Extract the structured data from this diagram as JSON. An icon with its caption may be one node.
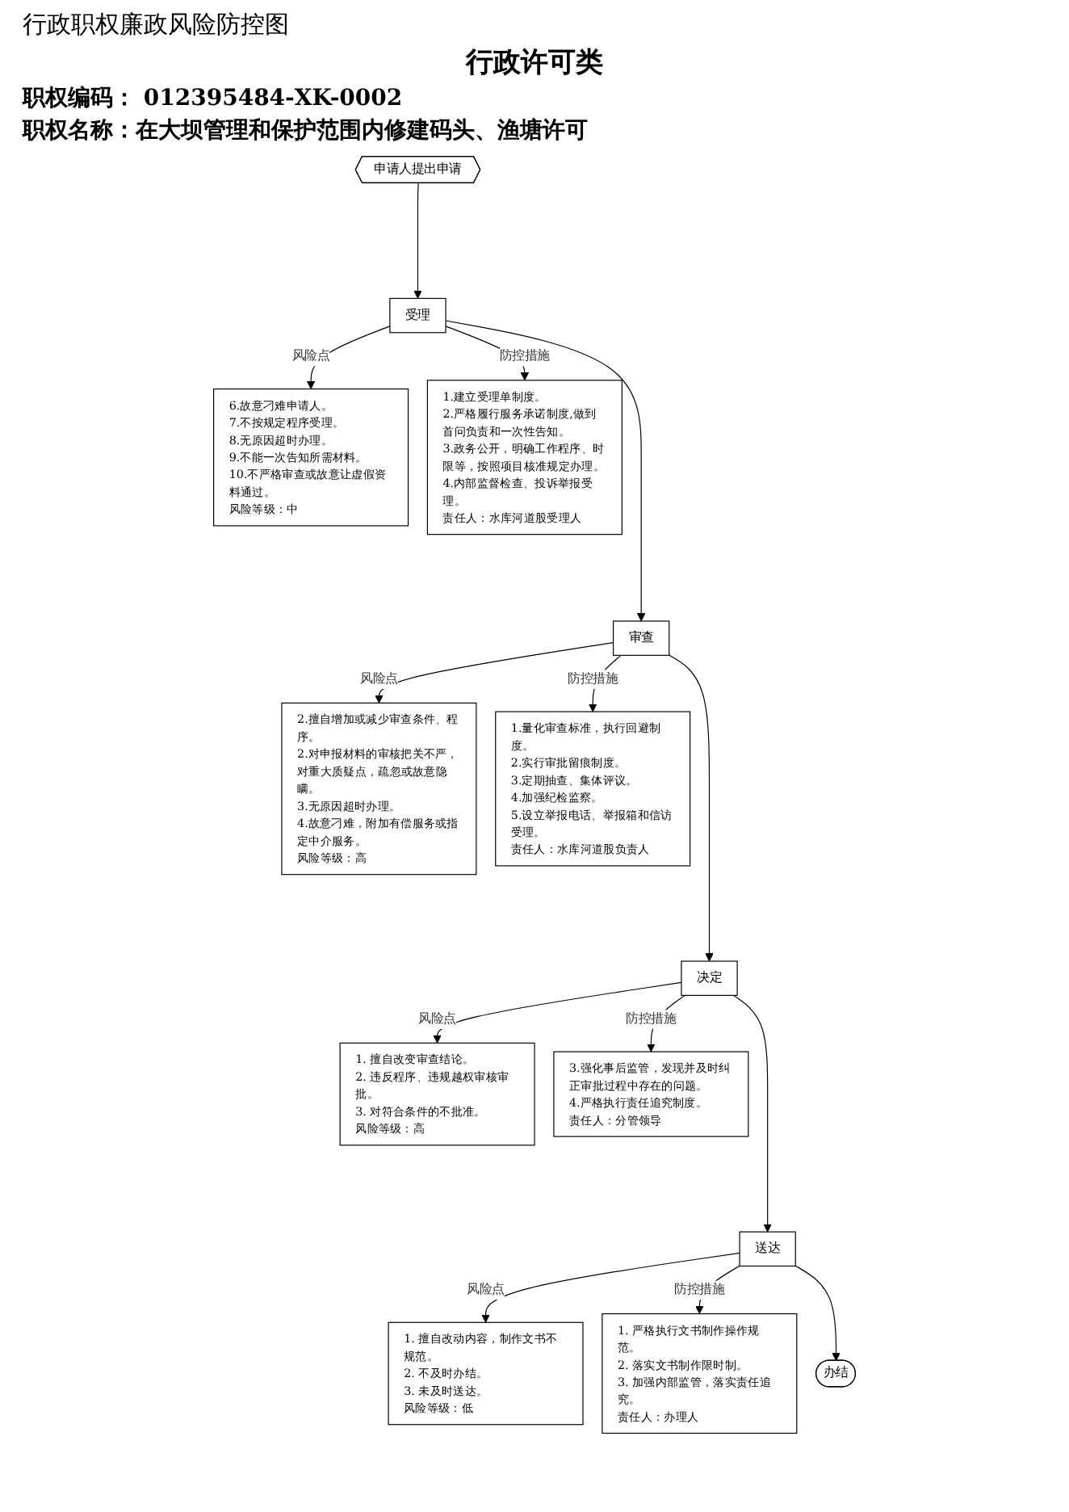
{
  "diagram": {
    "title": "行政职权廉政风险防控图",
    "nodes": [
      {
        "text": [
          "申请人提出申请"
        ]
      },
      {
        "text": [
          "受理"
        ]
      },
      {
        "text": [
          "6.故意刁难申请人。",
          "7.不按规定程序受理。",
          "8.无原因超时办理。",
          "9.不能一次告知所需材料。",
          "10.不严格审查或故意让虚假资料通过。",
          "风险等级：中"
        ]
      },
      {
        "text": [
          "1.建立受理单制度。",
          "2.严格履行服务承诺制度,做到首问负责和一次性告知。",
          "3.政务公开，明确工作程序、时限等，按照项目核准规定办理。",
          "4.内部监督检查、投诉举报受理。",
          "责任人：水库河道股受理人"
        ]
      },
      {
        "text": [
          "审查"
        ]
      },
      {
        "text": [
          "2.擅自增加或减少审查条件、程序。",
          "2.对申报材料的审核把关不严，对重大质疑点，疏忽或故意隐瞒。",
          "3.无原因超时办理。",
          "4.故意刁难，附加有偿服务或指定中介服务。",
          "风险等级：高"
        ]
      },
      {
        "text": [
          "1.量化审查标准，执行回避制度。",
          "2.实行审批留痕制度。",
          "3.定期抽查、集体评议。",
          "4.加强纪检监察。",
          "5.设立举报电话、举报箱和信访受理。",
          "责任人：水库河道股负责人"
        ]
      },
      {
        "text": [
          "决定"
        ]
      },
      {
        "text": [
          "1. 擅自改变审查结论。",
          "2. 违反程序、违规越权审核审批。",
          "3. 对符合条件的不批准。",
          "风险等级：高"
        ]
      },
      {
        "text": [
          "3.强化事后监管，发现并及时纠正审批过程中存在的问题。",
          "4.严格执行责任追究制度。",
          "责任人：分管领导"
        ]
      },
      {
        "text": [
          "送达"
        ]
      },
      {
        "text": [
          "1. 擅自改动内容，制作文书不规范。",
          "2. 不及时办结。",
          "3. 未及时送达。",
          "风险等级：低"
        ]
      },
      {
        "text": [
          "1. 严格执行文书制作操作规范。",
          "2. 落实文书制作限时制。",
          "3. 加强内部监管，落实责任追究。",
          "责任人：办理人"
        ]
      },
      {
        "text": [
          "办结"
        ]
      }
    ],
    "edges": [
      {
        "from": 0,
        "to": 1,
        "arrow": "to"
      },
      {
        "from": 1,
        "to": 2,
        "label": "风险点",
        "arrow": "to"
      },
      {
        "from": 1,
        "to": 3,
        "label": "防控措施",
        "arrow": "to"
      },
      {
        "from": 1,
        "to": 4,
        "arrow": "to"
      },
      {
        "from": 4,
        "to": 5,
        "label": "风险点",
        "arrow": "to"
      },
      {
        "from": 4,
        "to": 6,
        "label": "防控措施",
        "arrow": "to"
      },
      {
        "from": 4,
        "to": 7,
        "arrow": "to"
      },
      {
        "from": 7,
        "to": 8,
        "label": "风险点",
        "arrow": "to"
      },
      {
        "from": 7,
        "to": 9,
        "label": "防控措施",
        "arrow": "to"
      },
      {
        "from": 7,
        "to": 10,
        "arrow": "to"
      },
      {
        "from": 10,
        "to": 11,
        "label": "风险点",
        "arrow": "to"
      },
      {
        "from": 10,
        "to": 12,
        "label": "防控措施",
        "arrow": "to"
      },
      {
        "from": 10,
        "to": 13,
        "arrow": "to"
      }
    ],
    "labels": [
      "行政许可类",
      "职权编码： 012395484-XK-0002",
      "职权名称：在大坝管理和保护范围内修建码头、渔塘许可"
    ]
  }
}
